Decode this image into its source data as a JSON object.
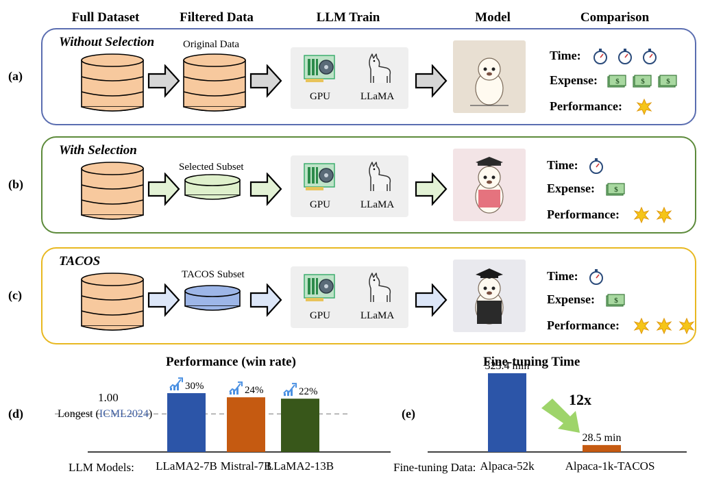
{
  "headers": [
    "Full Dataset",
    "Filtered Data",
    "LLM Train",
    "Model",
    "Comparison"
  ],
  "rows": [
    {
      "label": "(a)",
      "title": "Without Selection",
      "filtered_label": "Original Data",
      "gpu": "GPU",
      "llama": "LLaMA",
      "time": "Time:",
      "expense": "Expense:",
      "performance": "Performance:",
      "time_count": 3,
      "expense_count": 3,
      "perf_count": 1,
      "border_color": "#5a6db0",
      "arrow_color": "#d6d6d6",
      "cyl_color": "#f7c99e"
    },
    {
      "label": "(b)",
      "title": "With Selection",
      "filtered_label": "Selected Subset",
      "gpu": "GPU",
      "llama": "LLaMA",
      "time": "Time:",
      "expense": "Expense:",
      "performance": "Performance:",
      "time_count": 1,
      "expense_count": 1,
      "perf_count": 2,
      "border_color": "#5c8a3a",
      "arrow_color": "#e3f2d5",
      "cyl_color": "#dff0cc"
    },
    {
      "label": "(c)",
      "title": "TACOS",
      "filtered_label": "TACOS Subset",
      "gpu": "GPU",
      "llama": "LLaMA",
      "time": "Time:",
      "expense": "Expense:",
      "performance": "Performance:",
      "time_count": 1,
      "expense_count": 1,
      "perf_count": 3,
      "border_color": "#e8b820",
      "arrow_color": "#dce6f8",
      "cyl_color": "#9db6e8"
    }
  ],
  "chart_d": {
    "label": "(d)",
    "title": "Performance (win rate)",
    "baseline_value": "1.00",
    "baseline_label_pre": "Longest (",
    "baseline_label_link": "ICML2024",
    "baseline_label_post": ")",
    "axis_label": "LLM Models:",
    "link_color": "#3a5ba0"
  },
  "chart_e": {
    "label": "(e)",
    "title": "Fine-tuning Time",
    "axis_label": "Fine-tuning Data:",
    "speedup": "12x"
  },
  "chart_data": [
    {
      "type": "bar",
      "title": "Performance (win rate)",
      "categories": [
        "LLaMA2-7B",
        "Mistral-7B",
        "LLaMA2-13B"
      ],
      "values": [
        1.3,
        1.24,
        1.22
      ],
      "annotations": [
        "30%",
        "24%",
        "22%"
      ],
      "colors": [
        "#2c55a8",
        "#c55a11",
        "#38571a"
      ],
      "baseline": 1.0,
      "ylim": [
        0.45,
        1.37
      ]
    },
    {
      "type": "bar",
      "title": "Fine-tuning Time",
      "categories": [
        "Alpaca-52k",
        "Alpaca-1k-TACOS"
      ],
      "values": [
        323.4,
        28.5
      ],
      "labels": [
        "323.4 min",
        "28.5 min"
      ],
      "colors": [
        "#2c55a8",
        "#c55a11"
      ],
      "ylim": [
        0,
        360
      ]
    }
  ]
}
